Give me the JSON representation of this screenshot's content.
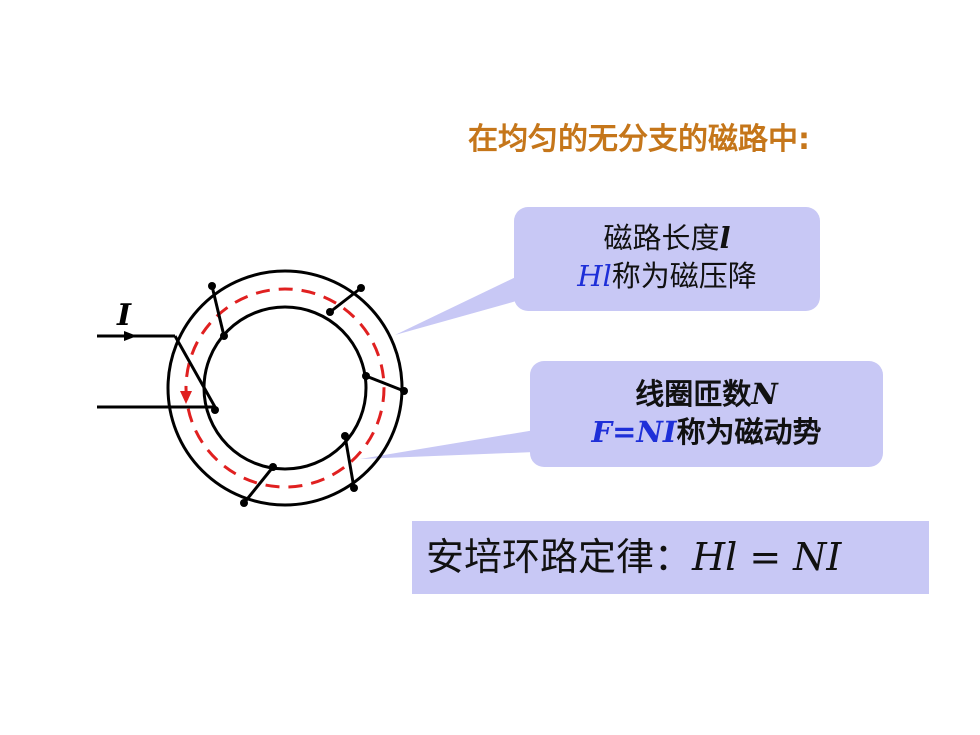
{
  "heading": "在均匀的无分支的磁路中:",
  "callout_length": {
    "line1_text": "磁路长度",
    "line1_symbol": "l",
    "line2_symbol": "Hl",
    "line2_text": "称为磁压降"
  },
  "callout_mmf": {
    "line1_text": "线圈匝数",
    "line1_symbol": "N",
    "line2_formula": "F=NI",
    "line2_text": "称为磁动势"
  },
  "law": {
    "label": "安培环路定律：",
    "lhs": "Hl",
    "eq": "=",
    "rhs": "NI"
  },
  "diagram": {
    "current_label": "I",
    "colors": {
      "callout_fill": "#c8c8f5",
      "heading": "#c5761a",
      "flux_path": "#e02020",
      "formula_blue": "#1e2fd8"
    }
  }
}
